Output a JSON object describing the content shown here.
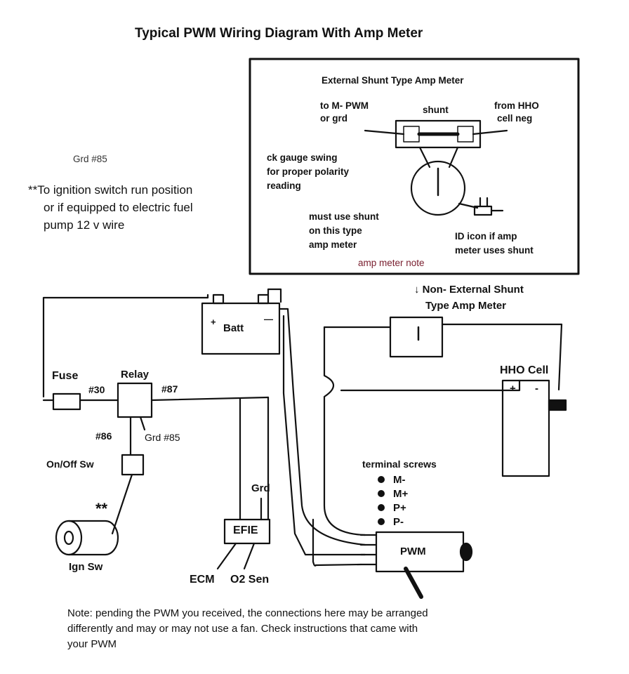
{
  "title": "Typical PWM Wiring Diagram With Amp Meter",
  "left_note": {
    "grd85_top": "Grd #85",
    "ignition_note_lines": [
      "**To ignition switch run position",
      "or if equipped to electric fuel",
      "pump 12 v wire"
    ]
  },
  "shunt_box": {
    "heading": "External Shunt Type Amp Meter",
    "to_m_pwm_lines": [
      "to M- PWM",
      "or grd"
    ],
    "shunt": "shunt",
    "from_hho_lines": [
      "from HHO",
      "cell neg"
    ],
    "ck_gauge_lines": [
      "ck gauge swing",
      "for proper polarity",
      "reading"
    ],
    "must_use_lines": [
      "must use shunt",
      "on this type",
      "amp meter"
    ],
    "id_icon_lines": [
      "ID icon if amp",
      "meter uses shunt"
    ],
    "amp_meter_note": "amp meter note"
  },
  "non_external": {
    "line1": "↓ Non- External Shunt",
    "line2": "Type Amp Meter"
  },
  "components": {
    "batt": "Batt",
    "batt_plus": "+",
    "batt_minus": "—",
    "fuse": "Fuse",
    "relay": "Relay",
    "pin30": "#30",
    "pin87": "#87",
    "pin86": "#86",
    "grd85": "Grd #85",
    "onoff": "On/Off Sw",
    "stars": "**",
    "ign_sw": "Ign Sw",
    "grd": "Grd",
    "efie": "EFIE",
    "ecm": "ECM",
    "o2": "O2 Sen",
    "hho": "HHO Cell",
    "hho_plus": "+",
    "hho_minus": "-",
    "pwm": "PWM"
  },
  "terminals": {
    "heading": "terminal screws",
    "labels": [
      "M-",
      "M+",
      "P+",
      "P-"
    ]
  },
  "footer_lines": [
    "Note: pending the PWM you received, the connections here may be arranged",
    "differently and may or may not use a fan. Check instructions that came with",
    "your PWM"
  ]
}
